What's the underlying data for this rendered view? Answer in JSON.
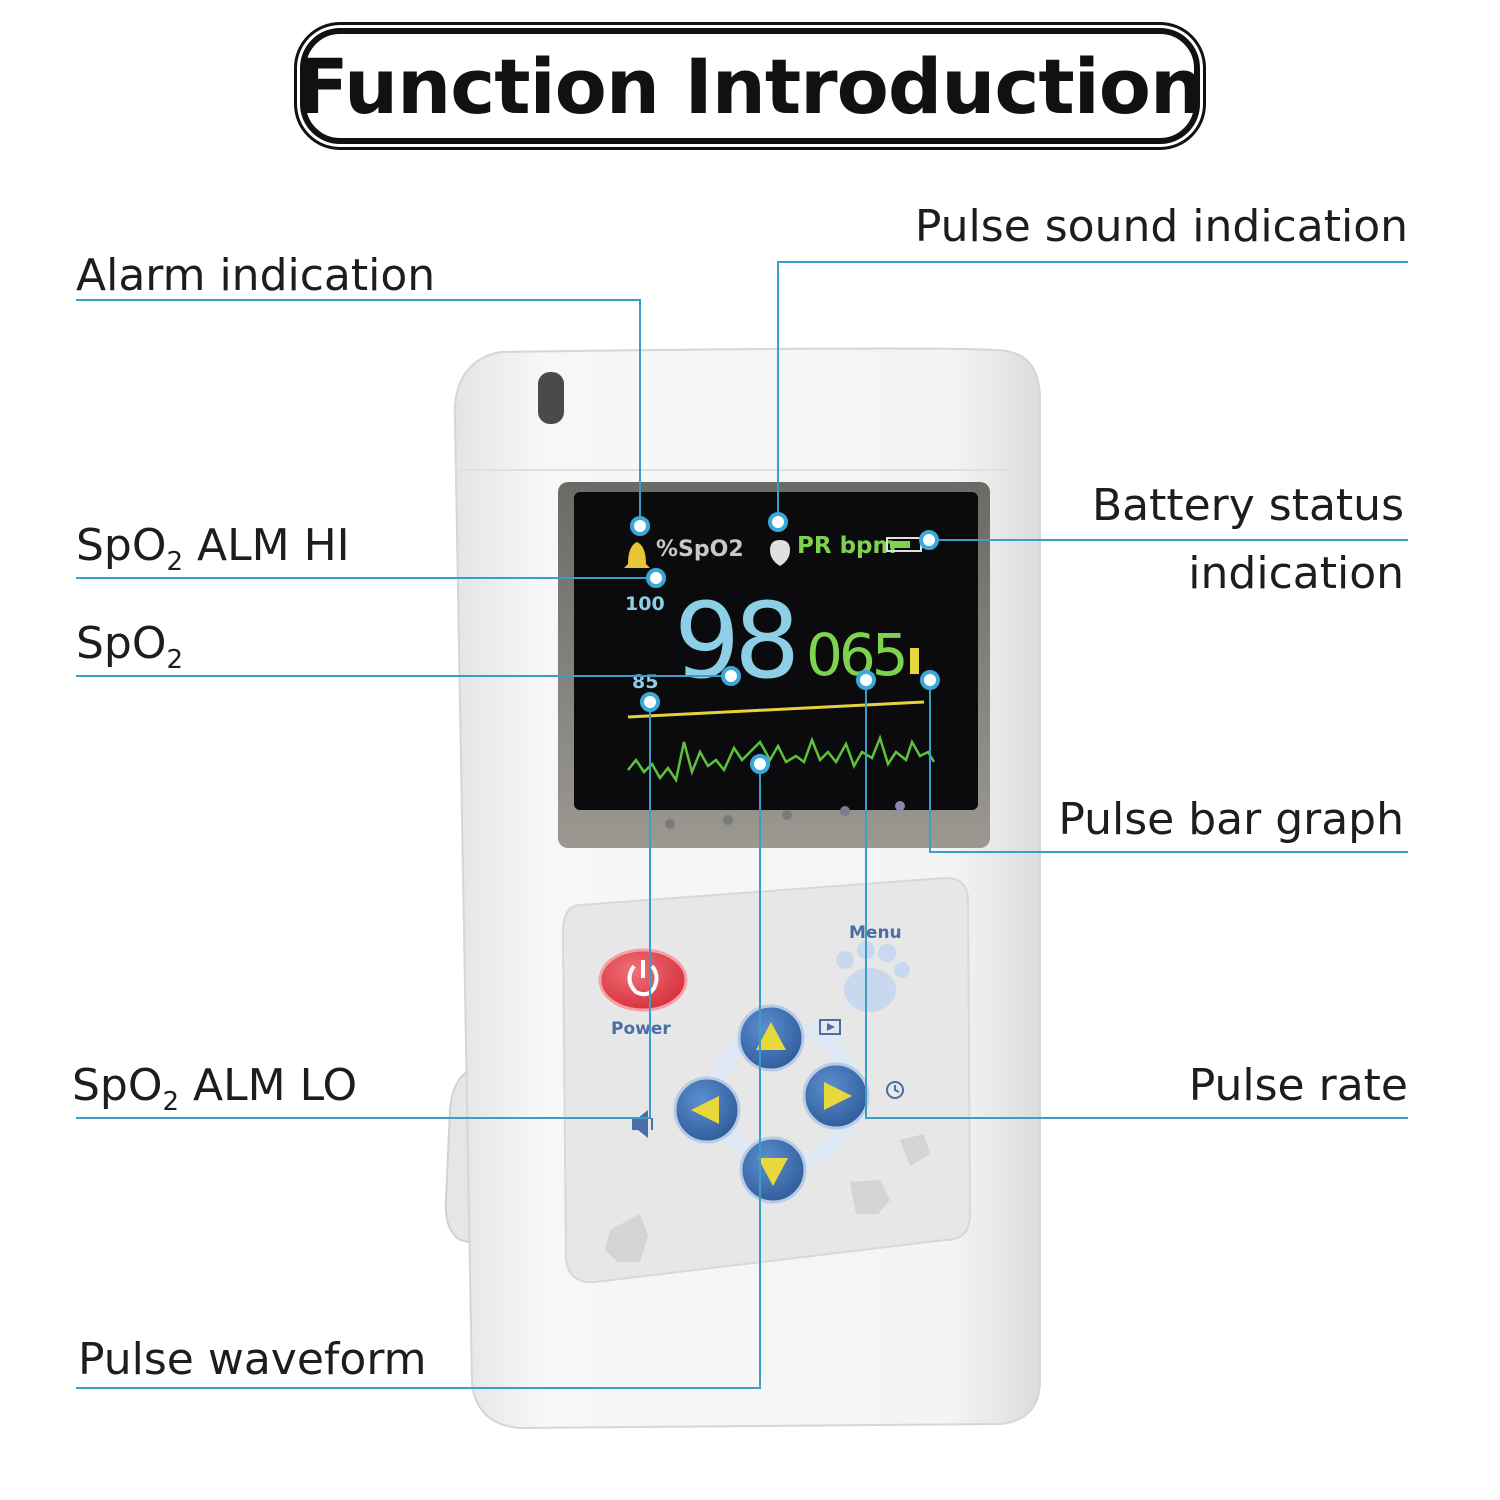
{
  "title": "Function Introduction",
  "labels": {
    "alarm_indication": "Alarm indication",
    "pulse_sound_indication": "Pulse sound indication",
    "spo2_alm_hi": {
      "prefix": "SpO",
      "sub": "2",
      "suffix": " ALM HI"
    },
    "spo2": {
      "prefix": "SpO",
      "sub": "2"
    },
    "battery_status_line1": "Battery status",
    "battery_status_line2": "indication",
    "pulse_bar_graph": "Pulse bar graph",
    "spo2_alm_lo": {
      "prefix": "SpO",
      "sub": "2",
      "suffix": " ALM LO"
    },
    "pulse_rate": "Pulse rate",
    "pulse_waveform": "Pulse waveform"
  },
  "screen": {
    "spo2_label": "%SpO2",
    "pr_label": "PR bpm",
    "alm_hi_value": "100",
    "alm_lo_value": "85",
    "spo2_value": "98",
    "pr_value": "065"
  },
  "buttons": {
    "power_label": "Power",
    "menu_label": "Menu"
  },
  "colors": {
    "leader_line": "#3a9ec9",
    "spo2_digits": "#8ccfe6",
    "pr_digits": "#7ed34e",
    "waveform": "#5dc23c",
    "alarm_line": "#e6d23a",
    "power_button": "#e8444c",
    "nav_button": "#3f6fb0",
    "nav_arrow": "#e8d83c"
  },
  "icons": [
    "bell-icon",
    "heart-icon",
    "battery-icon",
    "power-icon",
    "paw-icon",
    "speaker-icon",
    "play-icon",
    "clock-icon"
  ]
}
